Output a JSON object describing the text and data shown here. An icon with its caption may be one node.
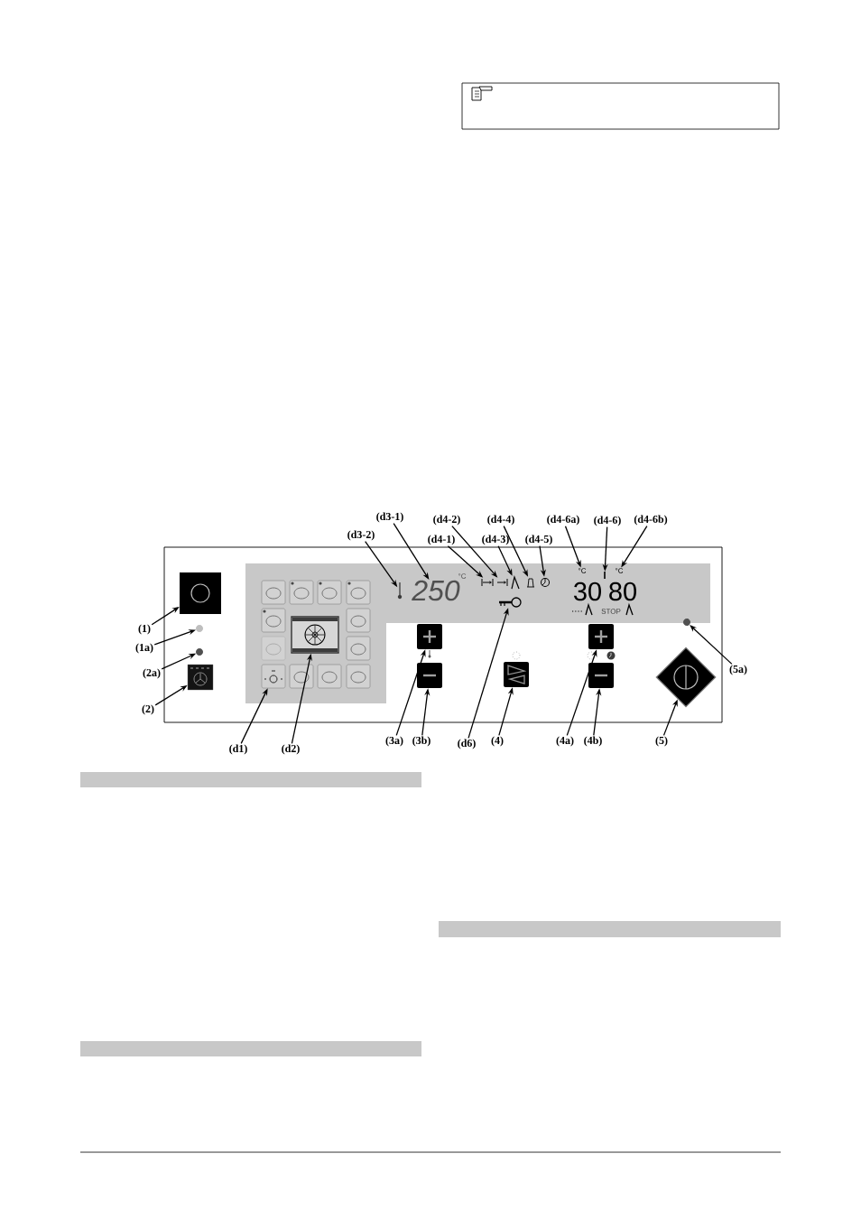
{
  "diagram": {
    "nodes": [
      {
        "text": [
          "(d3-1)"
        ]
      },
      {
        "text": [
          "(d4-2)"
        ]
      },
      {
        "text": [
          "(d4-4)"
        ]
      },
      {
        "text": [
          "(d4-6a)"
        ]
      },
      {
        "text": [
          "(d4-6)"
        ]
      },
      {
        "text": [
          "(d4-6b)"
        ]
      },
      {
        "text": [
          "(d3-2)"
        ]
      },
      {
        "text": [
          "(d4-1)"
        ]
      },
      {
        "text": [
          "(d4-3)"
        ]
      },
      {
        "text": [
          "(d4-5)"
        ]
      },
      {
        "text": [
          "(1)"
        ]
      },
      {
        "text": [
          "(1a)"
        ]
      },
      {
        "text": [
          "(2a)"
        ]
      },
      {
        "text": [
          "(5a)"
        ]
      },
      {
        "text": [
          "(2)"
        ]
      },
      {
        "text": [
          "(3a)"
        ]
      },
      {
        "text": [
          "(3b)"
        ]
      },
      {
        "text": [
          "(4)"
        ]
      },
      {
        "text": [
          "(4a)"
        ]
      },
      {
        "text": [
          "(4b)"
        ]
      },
      {
        "text": [
          "(5)"
        ]
      },
      {
        "text": [
          "(d6)"
        ]
      },
      {
        "text": [
          "(d1)"
        ]
      },
      {
        "text": [
          "(d2)"
        ]
      },
      {
        "text": [],
        "shape": "box"
      },
      {
        "text": [],
        "shape": "circle"
      },
      {
        "text": [],
        "shape": "circle"
      },
      {
        "text": [],
        "shape": "box"
      },
      {
        "text": [],
        "shape": "box"
      },
      {
        "text": [],
        "shape": "box"
      },
      {
        "text": [],
        "shape": "thermometer"
      },
      {
        "text": [
          "250"
        ]
      },
      {
        "text": [],
        "shape": "arrow"
      },
      {
        "text": [],
        "shape": "arrow"
      },
      {
        "text": [],
        "shape": "probe"
      },
      {
        "text": [],
        "shape": "bell"
      },
      {
        "text": [],
        "shape": "clock"
      },
      {
        "text": [],
        "shape": "key"
      },
      {
        "text": [
          "°C"
        ]
      },
      {
        "text": [],
        "shape": "bar"
      },
      {
        "text": [
          "°C"
        ]
      },
      {
        "text": [],
        "shape": "box"
      },
      {
        "text": [],
        "shape": "box"
      },
      {
        "text": [],
        "shape": "box"
      },
      {
        "text": [],
        "shape": "box"
      },
      {
        "text": [],
        "shape": "box"
      },
      {
        "text": [],
        "shape": "diamond"
      },
      {
        "text": [],
        "shape": "circle"
      },
      {
        "text": [],
        "shape": "bar"
      },
      {
        "text": [],
        "shape": "bar"
      },
      {
        "text": [],
        "shape": "bar"
      }
    ],
    "edges": [
      {
        "from": 0,
        "to": 31,
        "arrow": "to"
      },
      {
        "from": 1,
        "to": 33,
        "arrow": "to"
      },
      {
        "from": 2,
        "to": 35,
        "arrow": "to"
      },
      {
        "from": 3,
        "to": 38,
        "arrow": "to"
      },
      {
        "from": 4,
        "to": 39,
        "arrow": "to"
      },
      {
        "from": 5,
        "to": 40,
        "arrow": "to"
      },
      {
        "from": 6,
        "to": 30,
        "arrow": "to"
      },
      {
        "from": 7,
        "to": 32,
        "arrow": "to"
      },
      {
        "from": 8,
        "to": 34,
        "arrow": "to"
      },
      {
        "from": 9,
        "to": 36,
        "arrow": "to"
      },
      {
        "from": 10,
        "to": 24,
        "arrow": "to"
      },
      {
        "from": 11,
        "to": 25,
        "arrow": "to"
      },
      {
        "from": 12,
        "to": 26,
        "arrow": "to"
      },
      {
        "from": 13,
        "to": 47,
        "arrow": "to"
      },
      {
        "from": 14,
        "to": 27,
        "arrow": "to"
      },
      {
        "from": 15,
        "to": 41,
        "arrow": "to"
      },
      {
        "from": 16,
        "to": 42,
        "arrow": "to"
      },
      {
        "from": 17,
        "to": 43,
        "arrow": "to"
      },
      {
        "from": 18,
        "to": 44,
        "arrow": "to"
      },
      {
        "from": 19,
        "to": 45,
        "arrow": "to"
      },
      {
        "from": 20,
        "to": 46,
        "arrow": "to"
      },
      {
        "from": 21,
        "to": 37,
        "arrow": "to"
      },
      {
        "from": 22,
        "to": 28,
        "arrow": "to"
      },
      {
        "from": 23,
        "to": 29,
        "arrow": "to"
      }
    ],
    "labels": [
      "°C",
      "30",
      "80",
      "STOP"
    ]
  }
}
